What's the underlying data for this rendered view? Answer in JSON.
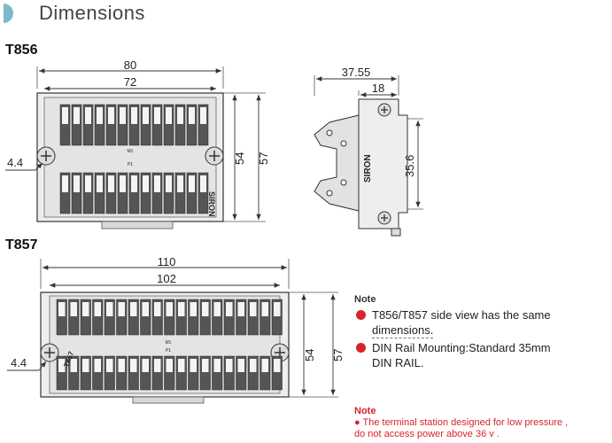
{
  "header": {
    "title": "Dimensions",
    "accent": "#7fb8c8"
  },
  "t856": {
    "model": "T856",
    "dim_width_outer": "80",
    "dim_width_inner": "72",
    "dim_height_inner": "54",
    "dim_height_outer": "57",
    "dim_mount": "4.4",
    "brand": "SIRON",
    "col_code": "M1",
    "col_code_b": "P1",
    "side": {
      "dim_depth_outer": "37.55",
      "dim_depth_inner": "18",
      "dim_rail": "35.6",
      "brand": "SIRON"
    }
  },
  "t857": {
    "model": "T857",
    "dim_width_outer": "110",
    "dim_width_inner": "102",
    "dim_height_inner": "54",
    "dim_height_outer": "57",
    "dim_mount": "4.4",
    "label": "T857",
    "col_code": "M1",
    "col_code_b": "P1"
  },
  "notes": {
    "heading": "Note",
    "items": [
      {
        "line1": "T856/T857 side view has the same",
        "line2": "dimensions."
      },
      {
        "line1": "DIN Rail Mounting:Standard 35mm",
        "line2": "DIN RAIL."
      }
    ]
  },
  "warning": {
    "heading": "Note",
    "text": "● The terminal station designed for low pressure ,",
    "text2": "do not access power above 36 v ."
  }
}
